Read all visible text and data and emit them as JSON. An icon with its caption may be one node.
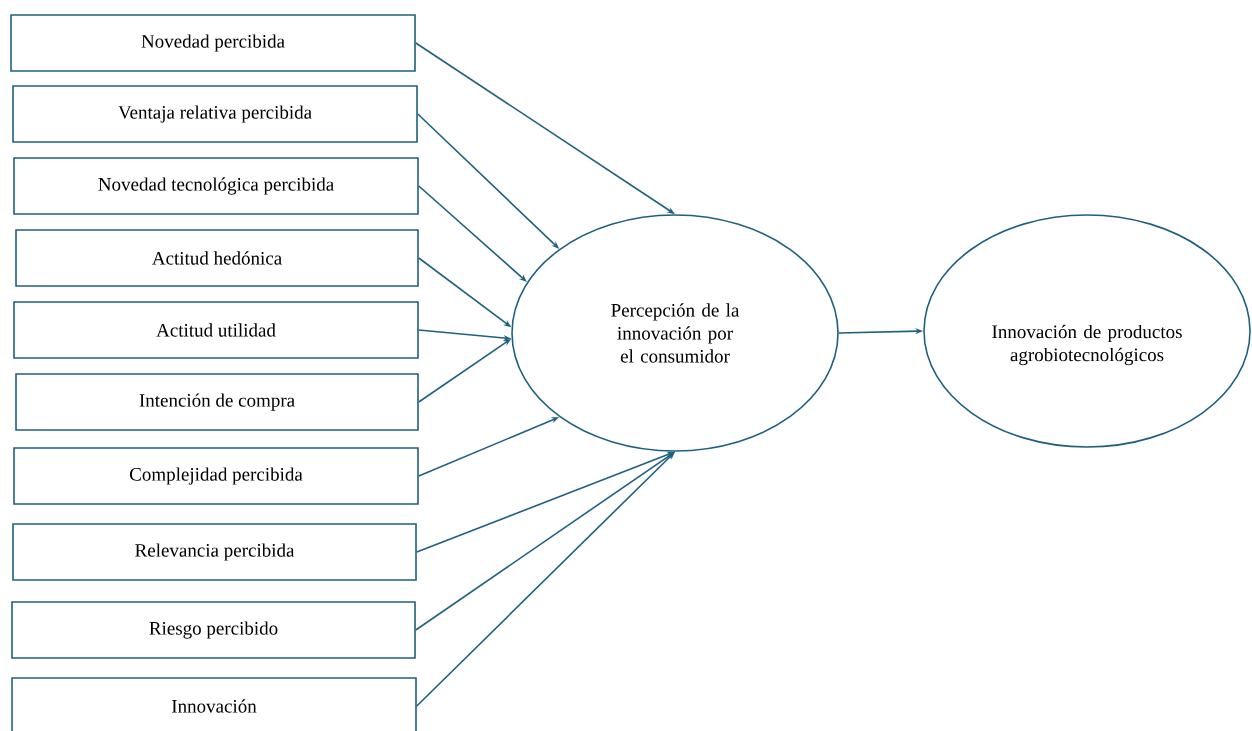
{
  "diagram": {
    "nodes": [
      {
        "text": [
          "Novedad percibida"
        ]
      },
      {
        "text": [
          "Ventaja relativa percibida"
        ]
      },
      {
        "text": [
          "Novedad tecnológica percibida"
        ]
      },
      {
        "text": [
          "Actitud hedónica"
        ]
      },
      {
        "text": [
          "Actitud utilidad"
        ]
      },
      {
        "text": [
          "Intención de compra"
        ]
      },
      {
        "text": [
          "Complejidad percibida"
        ]
      },
      {
        "text": [
          "Relevancia percibida"
        ]
      },
      {
        "text": [
          "Riesgo percibido"
        ]
      },
      {
        "text": [
          "Innovación"
        ]
      },
      {
        "text": [
          "Percepción de la innovación por el consumidor"
        ]
      },
      {
        "text": [
          "Innovación de productos agrobiotecnológicos"
        ]
      }
    ],
    "edges": [
      {
        "from": 0,
        "to": 10,
        "arrow": "to"
      },
      {
        "from": 1,
        "to": 10,
        "arrow": "to"
      },
      {
        "from": 2,
        "to": 10,
        "arrow": "to"
      },
      {
        "from": 3,
        "to": 10,
        "arrow": "to"
      },
      {
        "from": 4,
        "to": 10,
        "arrow": "to"
      },
      {
        "from": 5,
        "to": 10,
        "arrow": "to"
      },
      {
        "from": 6,
        "to": 10,
        "arrow": "to"
      },
      {
        "from": 7,
        "to": 10,
        "arrow": "to"
      },
      {
        "from": 8,
        "to": 10,
        "arrow": "to"
      },
      {
        "from": 9,
        "to": 10,
        "arrow": "to"
      },
      {
        "from": 10,
        "to": 11,
        "arrow": "to"
      }
    ]
  }
}
